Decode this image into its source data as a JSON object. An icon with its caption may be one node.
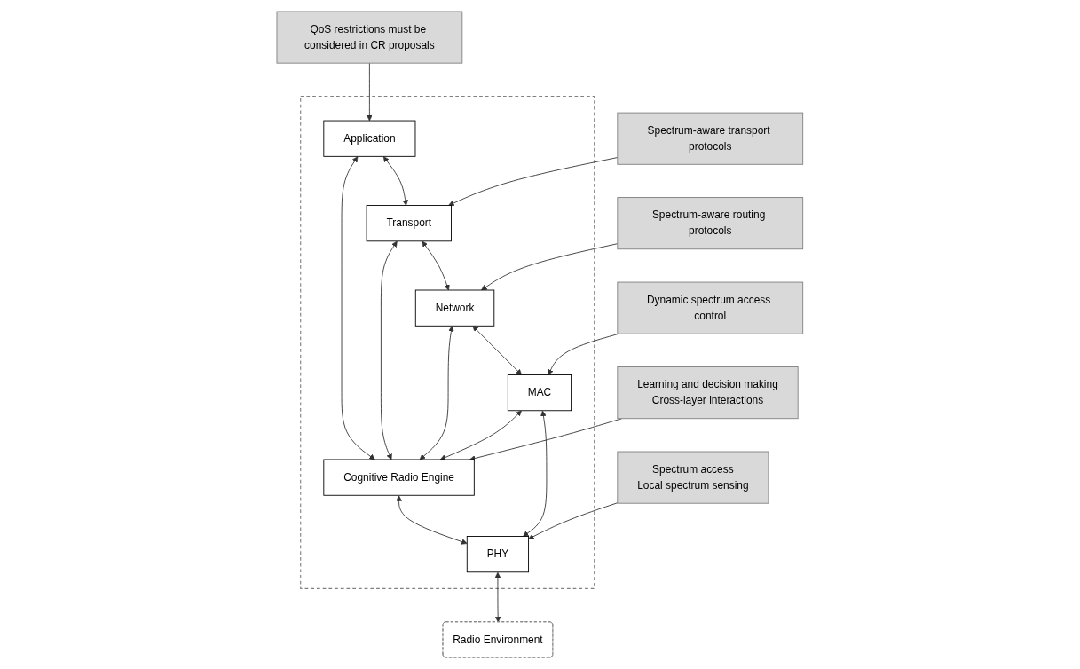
{
  "diagram": {
    "nodes": [
      {
        "text": [],
        "shape": "box"
      },
      {
        "text": [
          "Application"
        ],
        "in": 0
      },
      {
        "text": [
          "Transport"
        ],
        "in": 0
      },
      {
        "text": [
          "Network"
        ],
        "in": 0
      },
      {
        "text": [
          "MAC"
        ],
        "in": 0
      },
      {
        "text": [
          "PHY"
        ],
        "in": 0
      },
      {
        "text": [
          "Cognitive Radio Engine"
        ],
        "in": 0
      },
      {
        "text": [
          "QoS restrictions must be considered in CR proposals"
        ]
      },
      {
        "text": [
          "Spectrum-aware transport protocols"
        ]
      },
      {
        "text": [
          "Spectrum-aware routing protocols"
        ]
      },
      {
        "text": [
          "Dynamic spectrum access control"
        ]
      },
      {
        "text": [
          "Spectrum access",
          "Local spectrum sensing"
        ]
      },
      {
        "text": [
          "Learning and decision making",
          "Cross-layer interactions"
        ]
      },
      {
        "text": [
          "Radio Environment"
        ]
      }
    ],
    "edges": [
      {
        "from": 7,
        "to": 1,
        "arrow": "to"
      },
      {
        "from": 8,
        "to": 2,
        "arrow": "to"
      },
      {
        "from": 9,
        "to": 3,
        "arrow": "to"
      },
      {
        "from": 10,
        "to": 4,
        "arrow": "to"
      },
      {
        "from": 11,
        "to": 5,
        "arrow": "to"
      },
      {
        "from": 12,
        "to": 6,
        "arrow": "to"
      },
      {
        "from": 1,
        "to": 2,
        "arrow": "both"
      },
      {
        "from": 2,
        "to": 3,
        "arrow": "both"
      },
      {
        "from": 3,
        "to": 4,
        "arrow": "both"
      },
      {
        "from": 4,
        "to": 5,
        "arrow": "both"
      },
      {
        "from": 5,
        "to": 13,
        "arrow": "both"
      },
      {
        "from": 1,
        "to": 6,
        "arrow": "both"
      },
      {
        "from": 2,
        "to": 6,
        "arrow": "both"
      },
      {
        "from": 3,
        "to": 6,
        "arrow": "both"
      },
      {
        "from": 4,
        "to": 6,
        "arrow": "both"
      },
      {
        "from": 6,
        "to": 5,
        "arrow": "both"
      }
    ]
  }
}
